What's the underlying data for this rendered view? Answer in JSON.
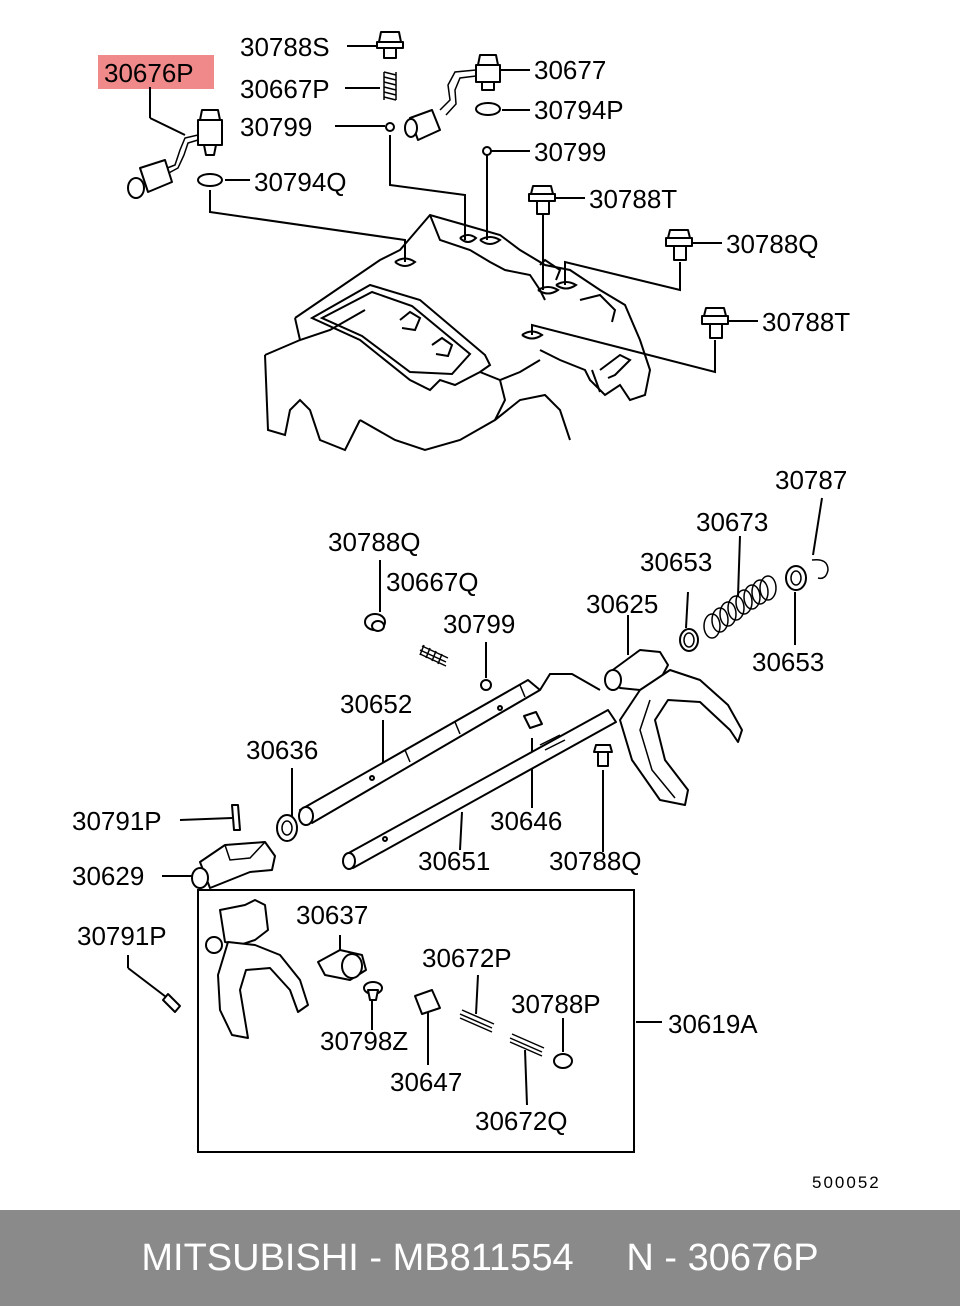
{
  "highlight_color": "#f08a8a",
  "labels": {
    "l30788S": "30788S",
    "l30676P": "30676P",
    "l30667P": "30667P",
    "l30799a": "30799",
    "l30794Q": "30794Q",
    "l30677": "30677",
    "l30794P": "30794P",
    "l30799b": "30799",
    "l30788Ta": "30788T",
    "l30788Qa": "30788Q",
    "l30788Tb": "30788T",
    "l30787": "30787",
    "l30673": "30673",
    "l30653a": "30653",
    "l30625": "30625",
    "l30653b": "30653",
    "l30788Qb": "30788Q",
    "l30667Q": "30667Q",
    "l30799c": "30799",
    "l30652": "30652",
    "l30636": "30636",
    "l30646": "30646",
    "l30791Pa": "30791P",
    "l30651": "30651",
    "l30788Qc": "30788Q",
    "l30629": "30629",
    "l30637": "30637",
    "l30791Pb": "30791P",
    "l30672P": "30672P",
    "l30788P": "30788P",
    "l30619A": "30619A",
    "l30798Z": "30798Z",
    "l30647": "30647",
    "l30672Q": "30672Q"
  },
  "diagram_code": "500052",
  "footer": {
    "text": "MITSUBISHI - MB811554     N - 30676P"
  }
}
